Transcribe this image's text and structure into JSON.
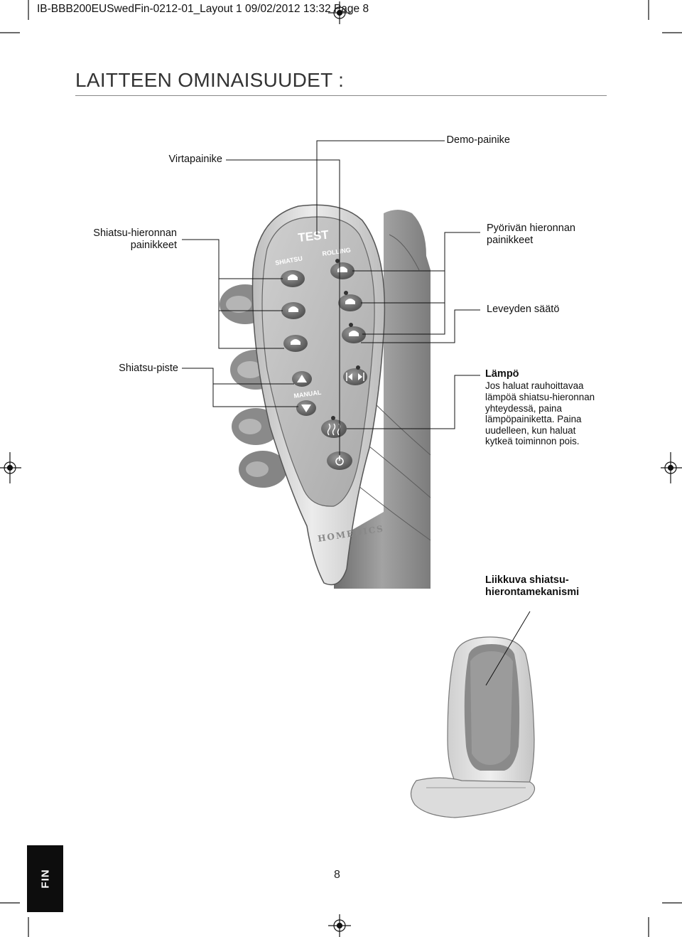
{
  "header": {
    "slug_line": "IB-BBB200EUSwedFin-0212-01_Layout 1  09/02/2012  13:32  Page 8"
  },
  "page_title": "LAITTEEN OMINAISUUDET :",
  "labels": {
    "demo": "Demo-painike",
    "power": "Virtapainike",
    "shiatsu_buttons_1": "Shiatsu-hieronnan",
    "shiatsu_buttons_2": "painikkeet",
    "rolling_buttons_1": "Pyörivän hieronnan",
    "rolling_buttons_2": "painikkeet",
    "width": "Leveyden säätö",
    "shiatsu_point": "Shiatsu-piste",
    "heat_title": "Lämpö",
    "heat_desc": [
      "Jos haluat rauhoittavaa",
      "lämpöä shiatsu-hieronnan",
      "yhteydessä, paina",
      "lämpöpainiketta. Paina",
      "uudelleen, kun haluat",
      "kytkeä toiminnon pois."
    ],
    "mechanism_1": "Liikkuva shiatsu-",
    "mechanism_2": "hierontamekanismi"
  },
  "remote": {
    "test": "TEST",
    "shiatsu": "SHIATSU",
    "rolling": "ROLLING",
    "manual": "MANUAL",
    "brand": "HOMEDICS",
    "icons": [
      "shiatsu-icon",
      "rolling-icon",
      "width-icon",
      "arrow-up-icon",
      "arrow-down-icon",
      "skip-icon",
      "heat-icon",
      "power-icon"
    ]
  },
  "footer": {
    "lang_tab": "FIN",
    "page_number": "8"
  },
  "colors": {
    "tab": "#0d0d0d",
    "remote_body": "#d9d9d9",
    "button": "#7a7a7a",
    "hand": "#8c8c8c"
  }
}
